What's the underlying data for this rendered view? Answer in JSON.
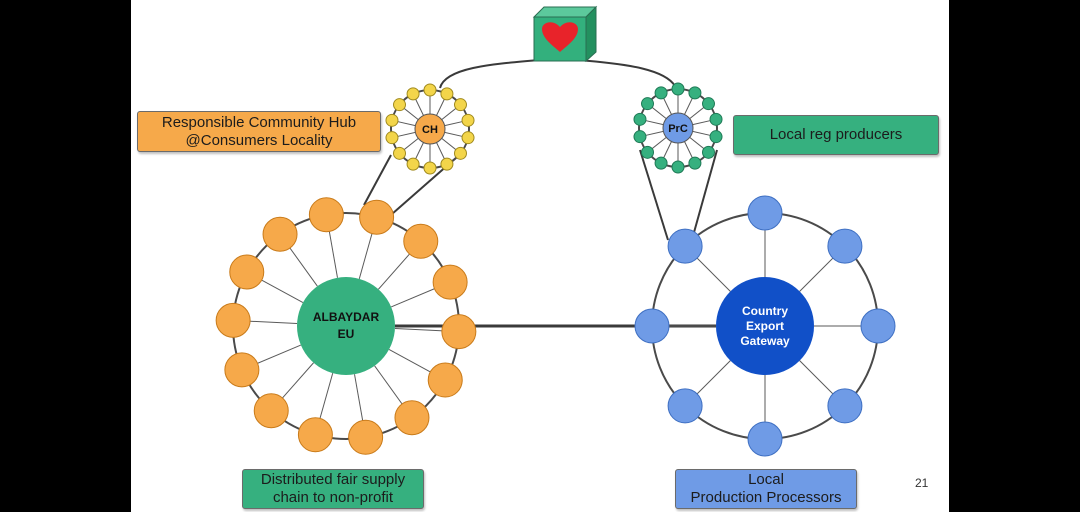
{
  "labels": {
    "hub_line1": "Responsible Community Hub",
    "hub_line2": "@Consumers Locality",
    "producers": "Local reg producers",
    "supply_line1": "Distributed fair supply",
    "supply_line2": "chain to non-profit",
    "processors_line1": "Local",
    "processors_line2": "Production Processors"
  },
  "nodes": {
    "ch": "CH",
    "prc": "PrC",
    "albaydar_line1": "ALBAYDAR",
    "albaydar_line2": "EU",
    "gateway_line1": "Country",
    "gateway_line2": "Export",
    "gateway_line3": "Gateway"
  },
  "page_number": "21",
  "icons": {
    "top": "heart-cube-icon"
  },
  "colors": {
    "orange": "#f6a94a",
    "green": "#36b07f",
    "blue": "#6f9be6",
    "dark_blue": "#1150c8",
    "yellow": "#f3d54a",
    "heart": "#e8232a",
    "cube": "#33b07d"
  }
}
